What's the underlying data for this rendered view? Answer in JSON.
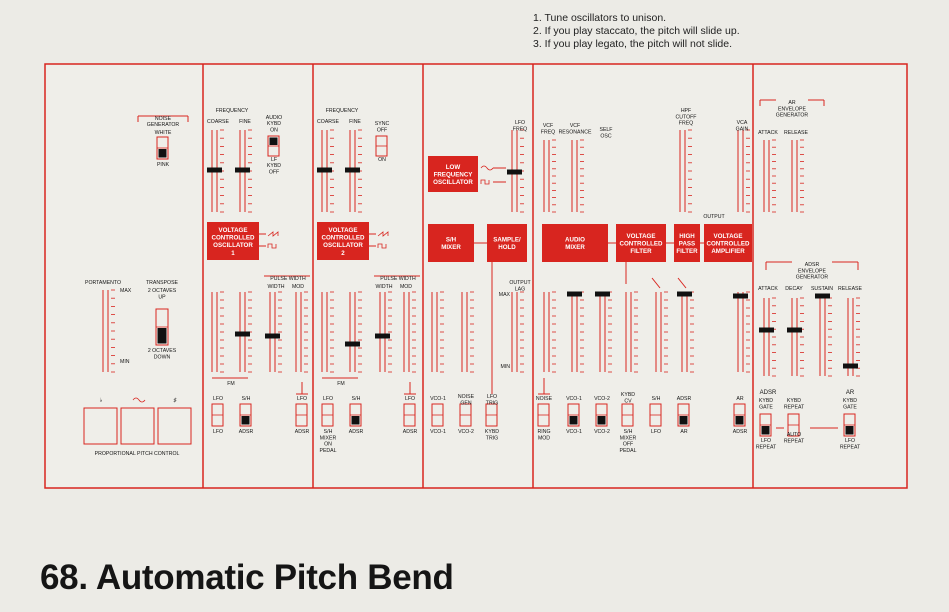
{
  "notes": [
    "1. Tune oscillators to unison.",
    "2. If you play staccato, the pitch will slide up.",
    "3. If you play legato, the pitch will not slide."
  ],
  "title": "68. Automatic Pitch Bend",
  "colors": {
    "accent": "#d8251f",
    "panel_bg": "#efeee9",
    "page_bg": "#ecebe6",
    "text": "#151515"
  },
  "sections": {
    "noise": {
      "lines": [
        "NOISE",
        "GENERATOR"
      ],
      "top": "WHITE",
      "bottom": "PINK"
    },
    "portamento": {
      "label": "PORTAMENTO",
      "max": "MAX",
      "min": "MIN"
    },
    "transpose": {
      "label": "TRANSPOSE",
      "up": [
        "2 OCTAVES",
        "UP"
      ],
      "down": [
        "2 OCTAVES",
        "DOWN"
      ]
    },
    "pitch_control": {
      "label": "PROPORTIONAL PITCH CONTROL"
    },
    "vco1": {
      "frequency": "FREQUENCY",
      "coarse": "COARSE",
      "fine": "FINE",
      "audio": "AUDIO",
      "kybd_on": [
        "KYBD",
        "ON"
      ],
      "lf": "LF",
      "kybd_off": [
        "KYBD",
        "OFF"
      ],
      "pulse_width": "PULSE WIDTH",
      "width": "WIDTH",
      "mod": "MOD",
      "fm": "FM",
      "module": [
        "VOLTAGE",
        "CONTROLLED",
        "OSCILLATOR",
        "1"
      ],
      "sw": [
        [
          "LFO",
          "LFO"
        ],
        [
          "S/H",
          "ADSR"
        ],
        [
          "LFO",
          "ADSR"
        ]
      ]
    },
    "vco2": {
      "frequency": "FREQUENCY",
      "coarse": "COARSE",
      "fine": "FINE",
      "sync": [
        "SYNC",
        "OFF"
      ],
      "on": "ON",
      "pulse_width": "PULSE WIDTH",
      "width": "WIDTH",
      "mod": "MOD",
      "fm": "FM",
      "module": [
        "VOLTAGE",
        "CONTROLLED",
        "OSCILLATOR",
        "2"
      ],
      "sw": [
        [
          "LFO",
          "S/H",
          "MIXER",
          "ON",
          "PEDAL"
        ],
        [
          "S/H",
          "ADSR"
        ],
        [
          "LFO",
          "ADSR"
        ]
      ]
    },
    "lfo": {
      "freq": [
        "LFO",
        "FREQ"
      ],
      "module": [
        "LOW",
        "FREQUENCY",
        "OSCILLATOR"
      ],
      "sh_mixer": [
        "S/H",
        "MIXER"
      ],
      "sample_hold": [
        "SAMPLE/",
        "HOLD"
      ],
      "output_lag": [
        "OUTPUT",
        "LAG"
      ],
      "max": "MAX",
      "min": "MIN",
      "sw": [
        [
          "VCO-1",
          "VCO-1"
        ],
        [
          "NOISE",
          "GEN",
          "VCO-2"
        ],
        [
          "LFO",
          "TRIG",
          "KYBD",
          "TRIG"
        ]
      ]
    },
    "filter": {
      "vcf_freq": [
        "VCF",
        "FREQ"
      ],
      "vcf_res": [
        "VCF",
        "RESONANCE"
      ],
      "self_osc": [
        "SELF",
        "OSC"
      ],
      "hpf": [
        "HPF",
        "CUTOFF",
        "FREQ"
      ],
      "vca_gain": [
        "VCA",
        "GAIN"
      ],
      "output": "OUTPUT",
      "audio_mixer": [
        "AUDIO",
        "MIXER"
      ],
      "vcf": [
        "VOLTAGE",
        "CONTROLLED",
        "FILTER"
      ],
      "hpf_mod": [
        "HIGH",
        "PASS",
        "FILTER"
      ],
      "vca": [
        "VOLTAGE",
        "CONTROLLED",
        "AMPLIFIER"
      ],
      "sw": [
        [
          "NOISE",
          "RING",
          "MOD"
        ],
        [
          "VCO-1",
          "VCO-1"
        ],
        [
          "VCO-2",
          "VCO-2"
        ],
        [
          "KYBD",
          "CV",
          "S/H",
          "MIXER",
          "OFF",
          "PEDAL"
        ],
        [
          "S/H",
          "LFO"
        ],
        [
          "ADSR",
          "AR"
        ],
        [
          "AR",
          "ADSR"
        ]
      ]
    },
    "envelope": {
      "ar_title": [
        "AR",
        "ENVELOPE",
        "GENERATOR"
      ],
      "attack": "ATTACK",
      "release": "RELEASE",
      "adsr_title": [
        "ADSR",
        "ENVELOPE",
        "GENERATOR"
      ],
      "decay": "DECAY",
      "sustain": "SUSTAIN",
      "adsr": "ADSR",
      "ar": "AR",
      "kybd_gate": [
        "KYBD",
        "GATE"
      ],
      "kybd_repeat": [
        "KYBD",
        "REPEAT"
      ],
      "lfo_repeat": [
        "LFO",
        "REPEAT"
      ],
      "auto_repeat": [
        "AUTO",
        "REPEAT"
      ]
    }
  }
}
